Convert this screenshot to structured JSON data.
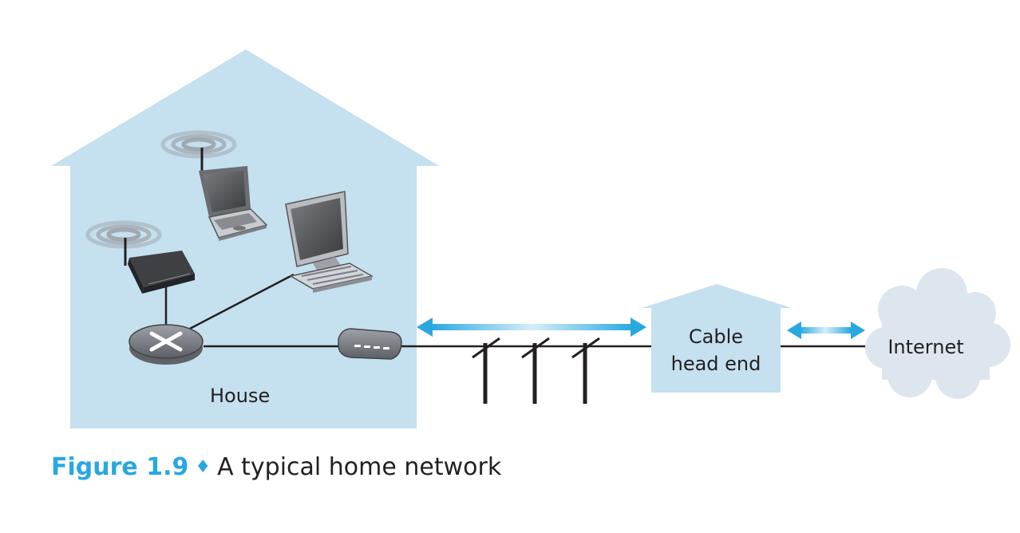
{
  "diagram": {
    "house_label": "House",
    "head_end_label_line1": "Cable",
    "head_end_label_line2": "head end",
    "internet_label": "Internet"
  },
  "caption": {
    "figure_number": "Figure 1.9",
    "separator": "♦",
    "title": "A typical home network"
  },
  "colors": {
    "building_fill": "#c5e0ef",
    "accent_blue": "#29a8e0",
    "cloud_fill": "#dde6ee",
    "line": "#231f20"
  }
}
